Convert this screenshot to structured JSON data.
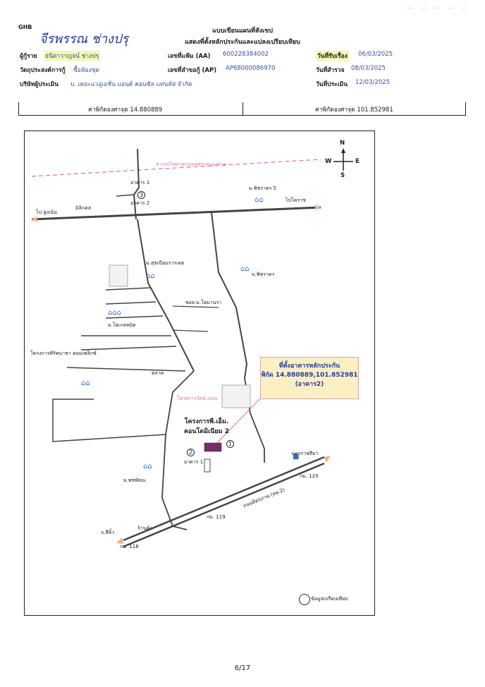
{
  "header": {
    "code": "GHB",
    "title_line1": "แบบเขียนแผนที่สังเขป",
    "title_line2": "แสดงที่ตั้งหลักประกันและแปลงเปรียบเทียบ",
    "signature": "จีรพรรณ ช่างปรุ",
    "watermark": "— — — — —"
  },
  "info": {
    "borrower_label": "ผู้กู้ราย",
    "borrower_value": "ธนิดาวาญจน์ ช่างปรุ",
    "account_label": "เลขที่แฟ้ม (AA)",
    "account_value": "600228384002",
    "received_label": "วันที่รับเรื่อง",
    "received_value": "06/03/2025",
    "purpose_label": "วัตถุประสงค์การกู้",
    "purpose_value": "ซื้อห้องชุด",
    "ap_label": "เลขที่ลำขอกู้ (AP)",
    "ap_value": "AP68000086970",
    "survey_label": "วันที่สำรวจ",
    "survey_value": "08/03/2025",
    "company_label": "บริษัทผู้ประเมิน",
    "company_value": "บ. เดอะแวลูเอชั่น แอนด์ คอนซัล แทนท์ส จำกัด",
    "appraise_label": "วันที่ประเมิน",
    "appraise_value": "12/03/2025"
  },
  "coords": {
    "lat_label": "ค่าพิกัดองศาจุด 14.880889",
    "lon_label": "ค่าพิกัดองศาจุด 101.852981"
  },
  "map": {
    "compass_n": "N",
    "compass_s": "S",
    "compass_e": "E",
    "compass_w": "W",
    "railway": "ทางรถไฟสายกรุงเทพฯ-หนองคาย",
    "to_sikhio_top": "ไป สูงเนิน",
    "to_korat_top": "ไปโคราช",
    "to_sikhio_bottom": "จ.สีคิ้ว",
    "to_korat_bottom": "นครราชสีมา",
    "mittraphap": "ถนนมิตรภาพ (ทล.2)",
    "km_120": "กม. 120",
    "km_119": "กม. 119",
    "km_118": "กม. 118",
    "village_1": "ม.พิชราคร 5",
    "village_2": "ม.สุขเนียบรารเดธ",
    "village_3": "ม.พิชราคร",
    "village_4": "ม.โฮเกสหมิต",
    "village_5": "ม.พชพัธณ",
    "project_1": "โครงการศิริพนาชา คอมเพล็กซ์",
    "project_2": "โครงการวัตน์ แน่น",
    "market": "ตลาด",
    "road_soi": "ซอย ม.โฮมานรา",
    "mansion": "มิลิกคส",
    "condo_l1": "โครงการพี.เอ็ม.",
    "condo_l2": "คอนโดมิเนียม 2",
    "bldg_1": "อาคาร 1",
    "bldg_2": "อาคาร 2",
    "marker_1": "1",
    "marker_2": "2",
    "marker_3": "3",
    "shop": "ร้านค้า",
    "callout_title": "ที่ตั้งอาคารหลักประกัน",
    "callout_coord": "พิกัด 14.880889,101.852981",
    "callout_bldg": "(อาคาร2)",
    "legend": "ข้อมูลเปรียบเทียบ"
  },
  "footer": {
    "page": "6/17"
  }
}
